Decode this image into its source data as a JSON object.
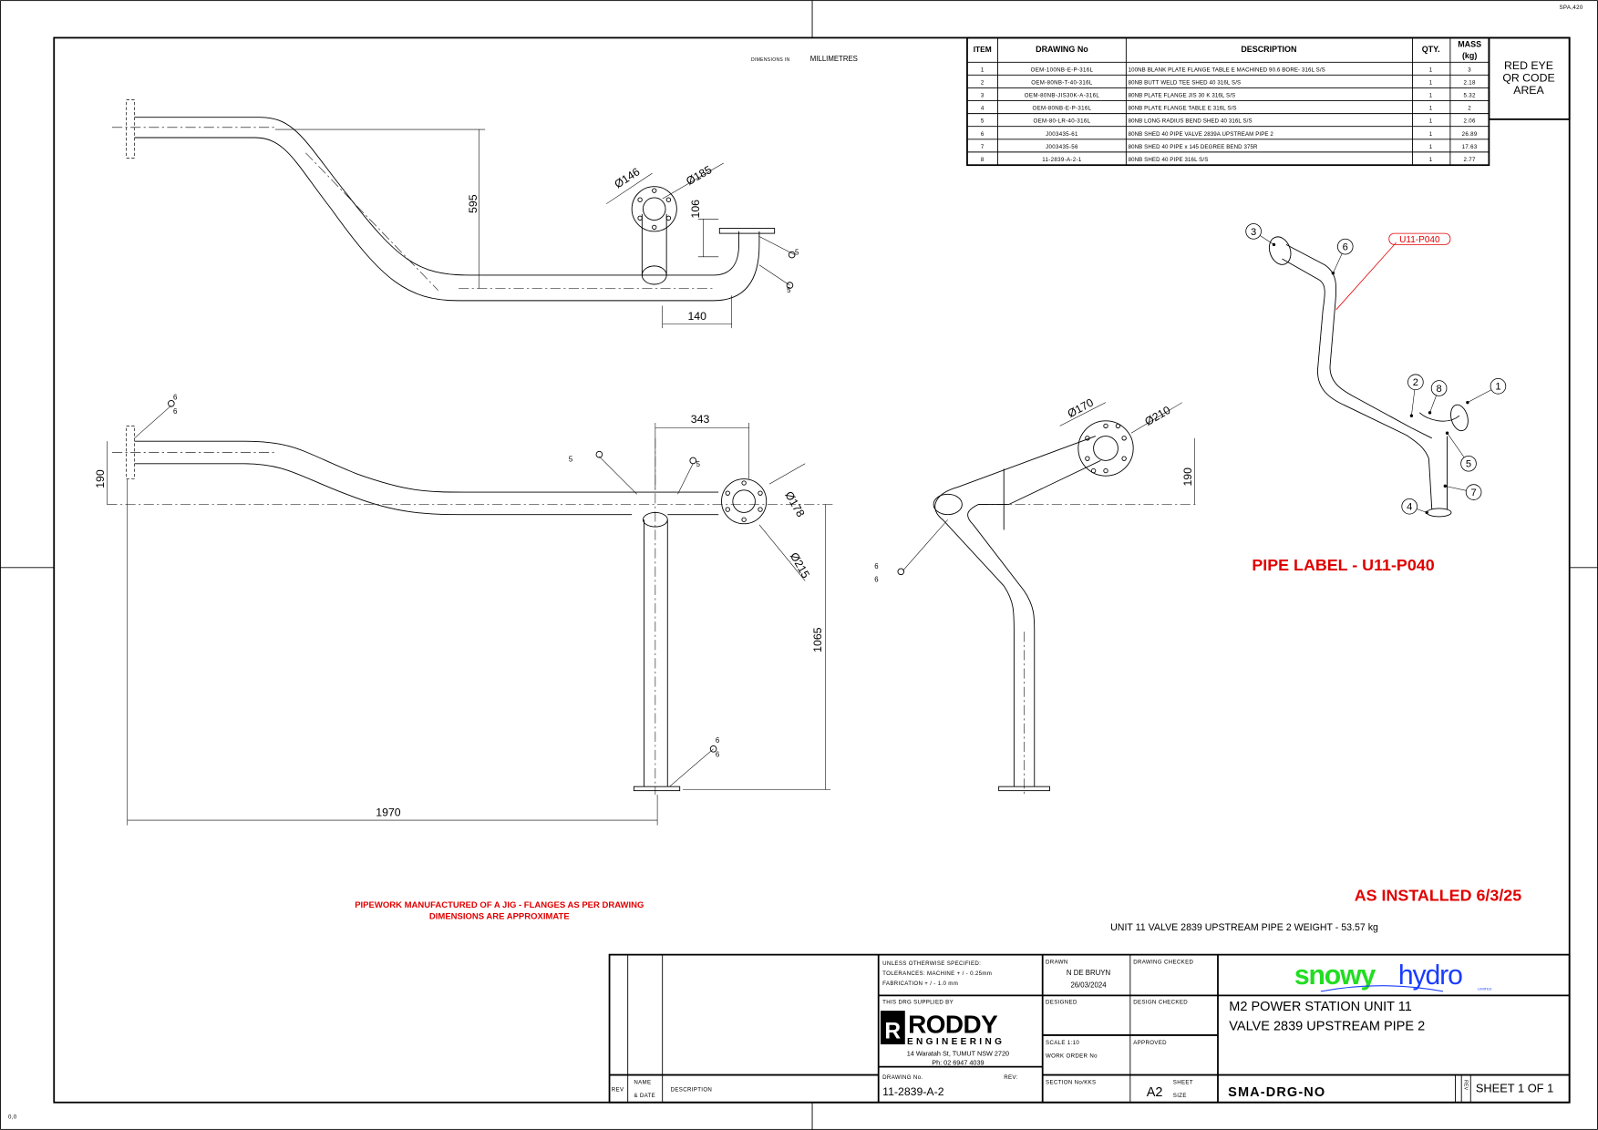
{
  "sheet": {
    "corner_top_right": "SPA,420",
    "corner_bottom_left": "0,0",
    "units_label_small": "DIMENSIONS IN",
    "units_label": "MILLIMETRES"
  },
  "bom": {
    "headers": {
      "item": "ITEM",
      "drawing_no": "DRAWING No",
      "description": "DESCRIPTION",
      "qty": "QTY.",
      "mass": "MASS",
      "mass_unit": "(kg)"
    },
    "rows": [
      {
        "item": "1",
        "drawing_no": "OEM-100NB-E-P-316L",
        "description": "100NB BLANK PLATE FLANGE TABLE E  MACHINED 90.6 BORE- 316L S/S",
        "qty": "1",
        "mass": "3"
      },
      {
        "item": "2",
        "drawing_no": "OEM-80NB-T-40-316L",
        "description": "80NB  BUTT WELD TEE SHED 40 316L S/S",
        "qty": "1",
        "mass": "2.18"
      },
      {
        "item": "3",
        "drawing_no": "OEM-80NB-JIS30K-A-316L",
        "description": "80NB PLATE FLANGE JIS 30 K 316L S/S",
        "qty": "1",
        "mass": "5.32"
      },
      {
        "item": "4",
        "drawing_no": "OEM-80NB-E-P-316L",
        "description": "80NB PLATE FLANGE TABLE E 316L S/S",
        "qty": "1",
        "mass": "2"
      },
      {
        "item": "5",
        "drawing_no": "OEM-80-LR-40-316L",
        "description": "80NB LONG RADIUS BEND SHED 40 316L S/S",
        "qty": "1",
        "mass": "2.06"
      },
      {
        "item": "6",
        "drawing_no": "J003435-61",
        "description": "80NB SHED 40 PIPE VALVE 2839A UPSTREAM PIPE 2",
        "qty": "1",
        "mass": "26.89"
      },
      {
        "item": "7",
        "drawing_no": "J003435-56",
        "description": "80NB SHED 40 PIPE x 145 DEGREE BEND 375R",
        "qty": "1",
        "mass": "17.63"
      },
      {
        "item": "8",
        "drawing_no": "11-2839-A-2-1",
        "description": "80NB SHED 40 PIPE 316L S/S",
        "qty": "1",
        "mass": "2.77"
      }
    ]
  },
  "qr_area": {
    "line1": "RED EYE",
    "line2": "QR CODE",
    "line3": "AREA"
  },
  "dimensions": {
    "top_595": "595",
    "top_140": "140",
    "top_106": "106",
    "top_d146": "Ø146",
    "top_d185": "Ø185",
    "side_343": "343",
    "side_190": "190",
    "side_d178": "Ø178",
    "side_d215": "Ø215",
    "side_1065": "1065",
    "side_1970": "1970",
    "end_d170": "Ø170",
    "end_d210": "Ø210",
    "end_190": "190"
  },
  "weld": {
    "five": "5",
    "six": "6"
  },
  "iso": {
    "balloons": [
      "1",
      "2",
      "3",
      "4",
      "5",
      "6",
      "7",
      "8"
    ],
    "pipe_tag": "U11-P040",
    "pipe_label": "PIPE LABEL - U11-P040"
  },
  "notes": {
    "jig_line1": "PIPEWORK MANUFACTURED OF A JIG - FLANGES AS PER DRAWING",
    "jig_line2": "DIMENSIONS ARE APPROXIMATE",
    "as_installed": "AS INSTALLED 6/3/25",
    "weight": "UNIT 11 VALVE 2839 UPSTREAM PIPE 2 WEIGHT - 53.57 kg"
  },
  "title_block": {
    "rev_label": "REV",
    "name_label": "NAME",
    "date_label": "& DATE",
    "description_label": "DESCRIPTION",
    "tol1": "UNLESS OTHERWISE SPECIFIED:",
    "tol2": "TOLERANCES: MACHINE + / - 0.25mm",
    "tol3": "FABRICATION + / - 1.0 mm",
    "supplied_by": "THIS DRG SUPPLIED BY",
    "supplier_logo": "RODDY",
    "supplier_logo_sub": "ENGINEERING",
    "supplier_address": "14 Waratah St, TUMUT NSW 2720",
    "supplier_phone": "Ph: 02 6947 4039",
    "drawing_no_label": "DRAWING No.",
    "rev_field_label": "REV:",
    "drawing_no": "11-2839-A-2",
    "drawn_label": "DRAWN",
    "drawn_by": "N DE BRUYN",
    "drawn_date": "26/03/2024",
    "drawing_checked_label": "DRAWING CHECKED",
    "designed_label": "DESIGNED",
    "design_checked_label": "DESIGN CHECKED",
    "scale_label": "SCALE   1:10",
    "work_order_label": "WORK ORDER No",
    "approved_label": "APPROVED",
    "section_label": "SECTION No/KKS",
    "sheet_size": "A2",
    "sheet_label": "SHEET",
    "size_label": "SIZE",
    "client_logo_a": "snowy",
    "client_logo_b": "hydro",
    "client_logo_c": "LIMITED",
    "title1": "M2 POWER STATION UNIT 11",
    "title2": "VALVE 2839 UPSTREAM PIPE 2",
    "doc_no": "SMA-DRG-NO",
    "rev_vertical": "REV",
    "sheet_of": "SHEET 1 OF 1"
  },
  "colors": {
    "red": "#e00000",
    "snowy_green": "#22dd22",
    "hydro_blue": "#1a3cff"
  }
}
